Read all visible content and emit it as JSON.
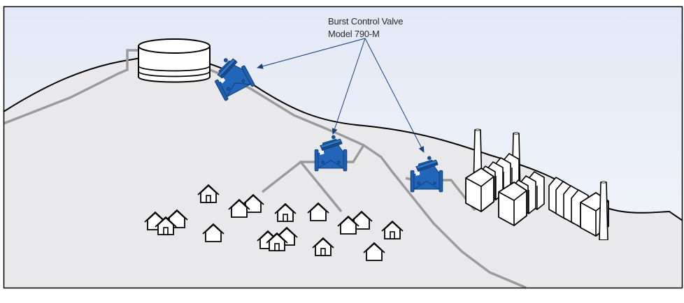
{
  "diagram": {
    "title_lines": [
      "Burst Control Valve",
      "Model 790-M"
    ],
    "colors": {
      "sky_top": "#e2e8f5",
      "sky_bottom": "#f4f6fb",
      "ground": "#e9e9eb",
      "pipe": "#9a9a9a",
      "outline": "#000000",
      "valve": "#1f5fae",
      "valve_dark": "#123f7c",
      "arrow": "#1b3f7a"
    },
    "elements": {
      "reservoir": "water-storage-tank",
      "valves": [
        "valve-on-hilltop-main",
        "valve-on-residential-branch",
        "valve-on-industrial-branch"
      ],
      "residential_houses": 17,
      "factory_buildings": 3,
      "chimneys": 3
    }
  }
}
